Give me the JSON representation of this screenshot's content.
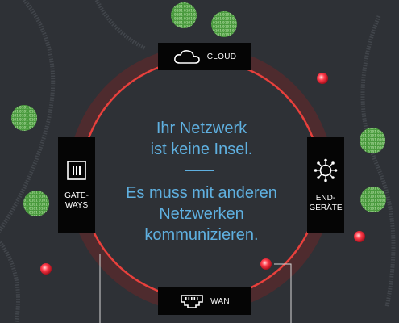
{
  "headline": {
    "line1": "Ihr Netzwerk",
    "line2": "ist keine Insel.",
    "line3": "Es muss mit anderen",
    "line4": "Netzwerken",
    "line5": "kommunizieren."
  },
  "nodes": {
    "cloud": {
      "label": "CLOUD",
      "icon": "cloud-icon"
    },
    "wan": {
      "label": "WAN",
      "icon": "ethernet-port-icon"
    },
    "gateways": {
      "label_part1": "GATE-",
      "label_part2": "WAYS",
      "icon": "gateway-icon"
    },
    "endgeraete": {
      "label_part1": "END-",
      "label_part2": "GERÄTE",
      "icon": "hub-icon"
    }
  },
  "binary_texture": "0101",
  "colors": {
    "background": "#2e3136",
    "ring": "#e8403c",
    "ring_glow": "#5a2a2c",
    "headline": "#5fb0e0",
    "binary_ball": "#4a9a3e",
    "node_box": "#050505"
  }
}
